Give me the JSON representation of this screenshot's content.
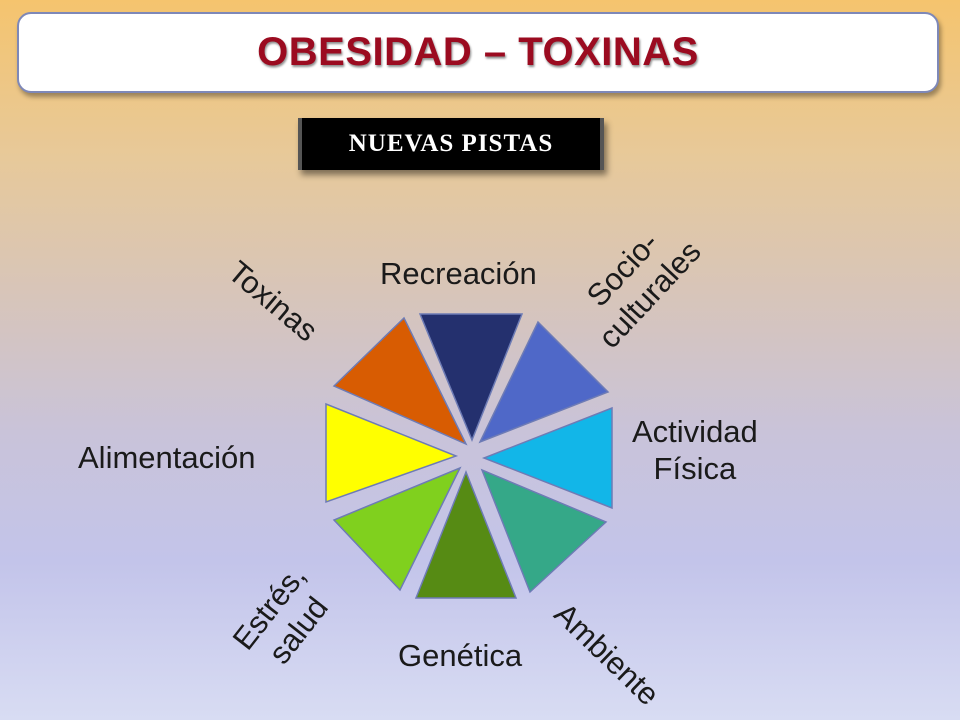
{
  "title": "OBESIDAD –  TOXINAS",
  "badge": "NUEVAS PISTAS",
  "segments": [
    {
      "label": "Recreación",
      "color": "#24306e"
    },
    {
      "label": "Socio-",
      "label2": "culturales",
      "color": "#4f68c8"
    },
    {
      "label": "Actividad",
      "label2": "Física",
      "color": "#12b6e8"
    },
    {
      "label": "Ambiente",
      "color": "#35a888"
    },
    {
      "label": "Genética",
      "color": "#568b14"
    },
    {
      "label": "Estrés,",
      "label2": "salud",
      "color": "#80d01e"
    },
    {
      "label": "Alimentación",
      "color": "#ffff00"
    },
    {
      "label": "Toxinas",
      "color": "#d85c02"
    }
  ]
}
